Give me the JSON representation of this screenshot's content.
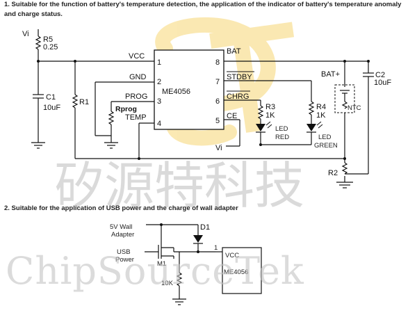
{
  "headings": {
    "one": "1. Suitable for the function of battery's temperature detection, the application of the indicator of battery's temperature anomaly and charge status.",
    "two": "2. Suitable for the application of USB power and the charge of wall adapter"
  },
  "chip": {
    "name": "ME4056",
    "pins_left": [
      {
        "num": "1",
        "name": "VCC"
      },
      {
        "num": "2",
        "name": "GND"
      },
      {
        "num": "3",
        "name": "PROG"
      },
      {
        "num": "4",
        "name": "TEMP"
      }
    ],
    "pins_right": [
      {
        "num": "8",
        "name": "BAT"
      },
      {
        "num": "7",
        "name": "STDBY"
      },
      {
        "num": "6",
        "name": "CHRG"
      },
      {
        "num": "5",
        "name": "CE"
      }
    ]
  },
  "components": {
    "vi": "Vi",
    "r5": "R5",
    "r5_val": "0.25",
    "c1": "C1",
    "c1_val": "10uF",
    "r1": "R1",
    "rprog": "Rprog",
    "r3": "R3",
    "r3_val": "1K",
    "r4": "R4",
    "r4_val": "1K",
    "led_red_1": "LED",
    "led_red_2": "RED",
    "led_green_1": "LED",
    "led_green_2": "GREEN",
    "vi_ce": "Vi",
    "bat_plus": "BAT+",
    "c2": "C2",
    "c2_val": "10uF",
    "ntc": "NTC",
    "r2": "R2"
  },
  "circuit2": {
    "wall_1": "5V Wall",
    "wall_2": "Adapter",
    "usb_1": "USB",
    "usb_2": "Power",
    "m1": "M1",
    "d1": "D1",
    "r10k": "10K",
    "pin1": "1",
    "vcc": "VCC",
    "chip": "ME4056"
  },
  "watermark": {
    "chinese": "矽源特科技",
    "english": "ChipSourceTek"
  },
  "colors": {
    "logo_yellow": "#f7d774"
  }
}
